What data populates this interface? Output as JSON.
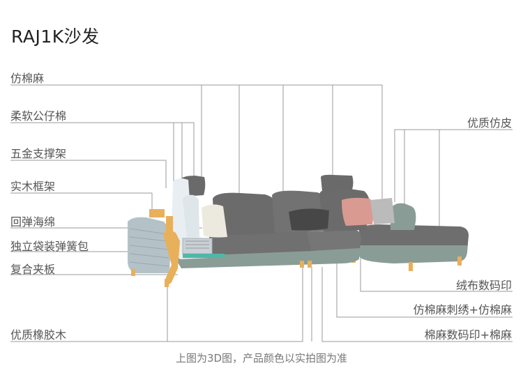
{
  "title": "RAJ1K沙发",
  "labels_left": [
    "仿棉麻",
    "柔软公仔棉",
    "五金支撑架",
    "实木框架",
    "回弹海绵",
    "独立袋装弹簧包",
    "复合夹板",
    "优质橡胶木"
  ],
  "labels_right": [
    "优质仿皮",
    "绒布数码印",
    "仿棉麻刺绣+仿棉麻",
    "棉麻数码印+棉麻"
  ],
  "caption": "上图为3D图，产品颜色以实拍图为准",
  "colors": {
    "line": "#9a9a9a",
    "fabric_grey": "#6b6b6b",
    "leather_green": "#8a9c96",
    "wood": "#e8b05a",
    "pillow_pink": "#d99a92",
    "pillow_check": "#bbb"
  }
}
